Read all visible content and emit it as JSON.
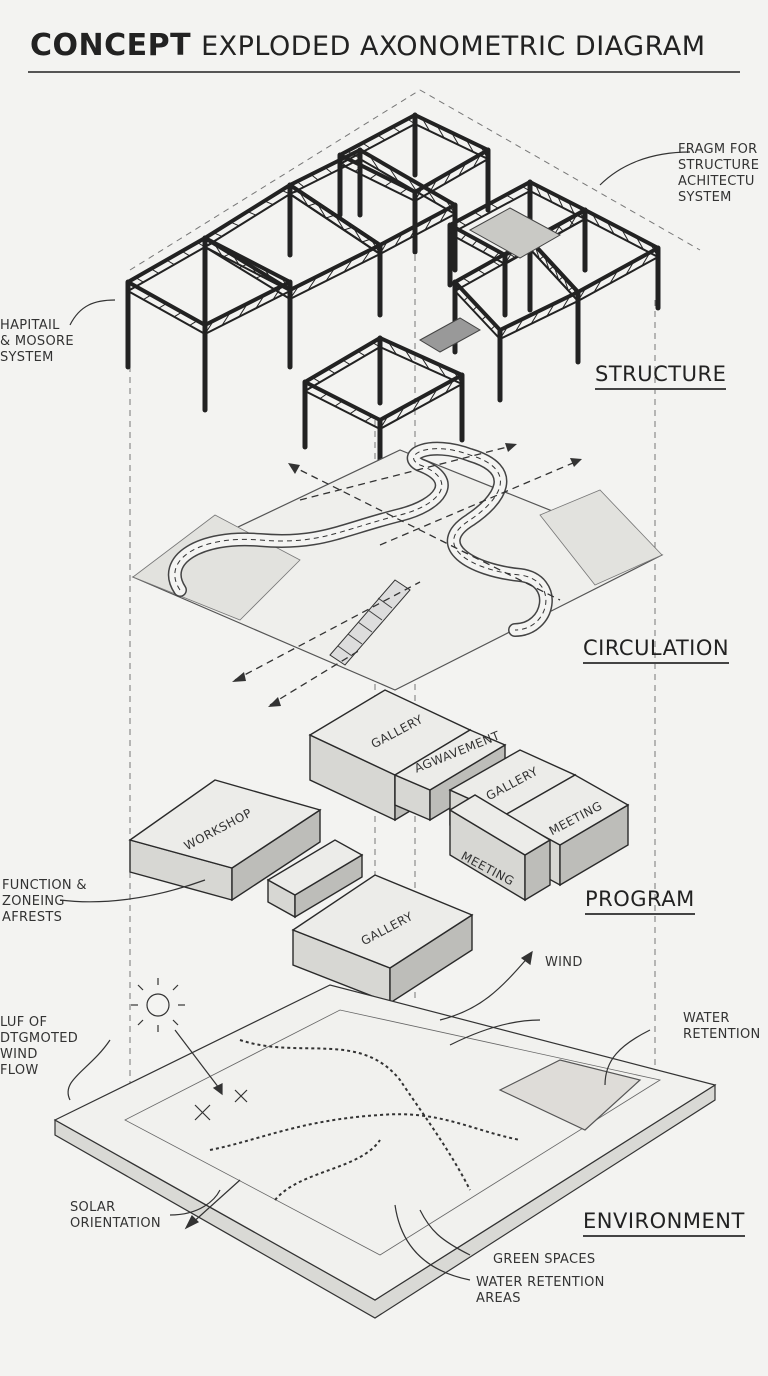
{
  "title": {
    "bold": "CONCEPT",
    "rest": "EXPLODED AXONOMETRIC DIAGRAM"
  },
  "sections": {
    "structure": "STRUCTURE",
    "circulation": "CIRCULATION",
    "program": "PROGRAM",
    "environment": "ENVIRONMENT"
  },
  "annotations": {
    "structure_right": "FRAGM FOR\nSTRUCTURE\nACHITECTU\nSYSTEM",
    "structure_left": "HAPITAIL\n& MOSORE\nSYSTEM",
    "program_left": "FUNCTION &\nZONEING\nAFRESTS",
    "wind_flow": "LUF OF\nDTGMOTED\nWIND\nFLOW",
    "wind": "WIND",
    "water_retention": "WATER\nRETENTION",
    "solar_orientation": "SOLAR\nORIENTATION",
    "green_spaces": "GREEN SPACES",
    "water_retention_areas": "WATER RETENTION\nAREAS"
  },
  "rooms": {
    "gallery_top": "GALLERY",
    "movement": "AGWAVEMENT",
    "gallery_right": "GALLERY",
    "meeting_right": "MEETING",
    "meeting_front": "MEETING",
    "workshop": "WORKSHOP",
    "gallery_bottom": "GALLERY"
  }
}
